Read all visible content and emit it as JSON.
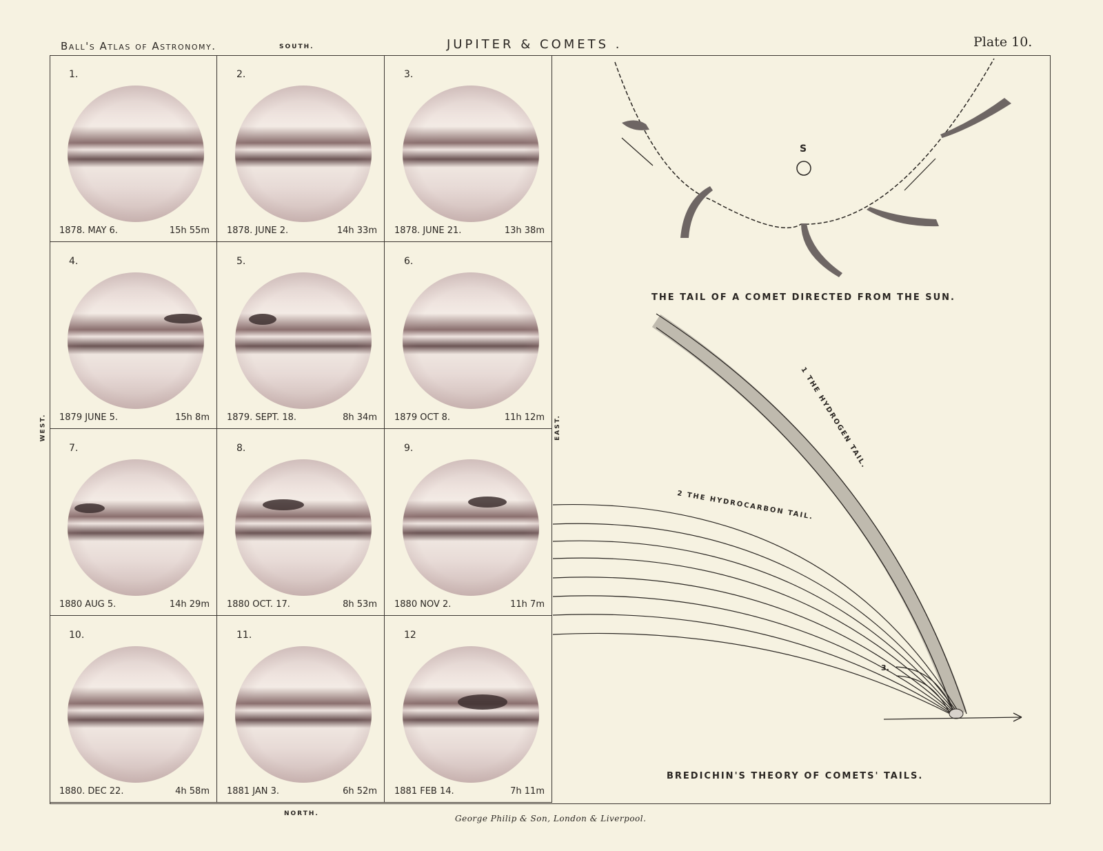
{
  "header": {
    "atlas_title": "Ball's Atlas of Astronomy.",
    "south_label": "SOUTH.",
    "plate_title": "JUPITER & COMETS .",
    "plate_number": "Plate 10."
  },
  "orientation": {
    "west": "WEST.",
    "east": "EAST.",
    "north": "NORTH."
  },
  "jupiter_drawings": [
    {
      "number": "1.",
      "date": "1878. MAY 6.",
      "time": "15h 55m"
    },
    {
      "number": "2.",
      "date": "1878. JUNE 2.",
      "time": "14h 33m"
    },
    {
      "number": "3.",
      "date": "1878. JUNE 21.",
      "time": "13h 38m"
    },
    {
      "number": "4.",
      "date": "1879 JUNE 5.",
      "time": "15h 8m"
    },
    {
      "number": "5.",
      "date": "1879. SEPT. 18.",
      "time": "8h 34m"
    },
    {
      "number": "6.",
      "date": "1879 OCT 8.",
      "time": "11h 12m"
    },
    {
      "number": "7.",
      "date": "1880 AUG 5.",
      "time": "14h 29m"
    },
    {
      "number": "8.",
      "date": "1880 OCT. 17.",
      "time": "8h 53m"
    },
    {
      "number": "9.",
      "date": "1880 NOV 2.",
      "time": "11h 7m"
    },
    {
      "number": "10.",
      "date": "1880. DEC 22.",
      "time": "4h 58m"
    },
    {
      "number": "11.",
      "date": "1881 JAN 3.",
      "time": "6h 52m"
    },
    {
      "number": "12",
      "date": "1881 FEB 14.",
      "time": "7h 11m"
    }
  ],
  "comet_diagram_1": {
    "sun_label": "S",
    "caption": "THE TAIL OF A COMET DIRECTED FROM THE SUN."
  },
  "comet_diagram_2": {
    "tail_1_label": "1 THE HYDROGEN TAIL.",
    "tail_2_label": "2 THE HYDROCARBON TAIL.",
    "tail_3_label": "3.",
    "caption": "BREDICHIN'S THEORY OF COMETS' TAILS."
  },
  "footer": {
    "publisher": "George Philip & Son, London & Liverpool."
  }
}
